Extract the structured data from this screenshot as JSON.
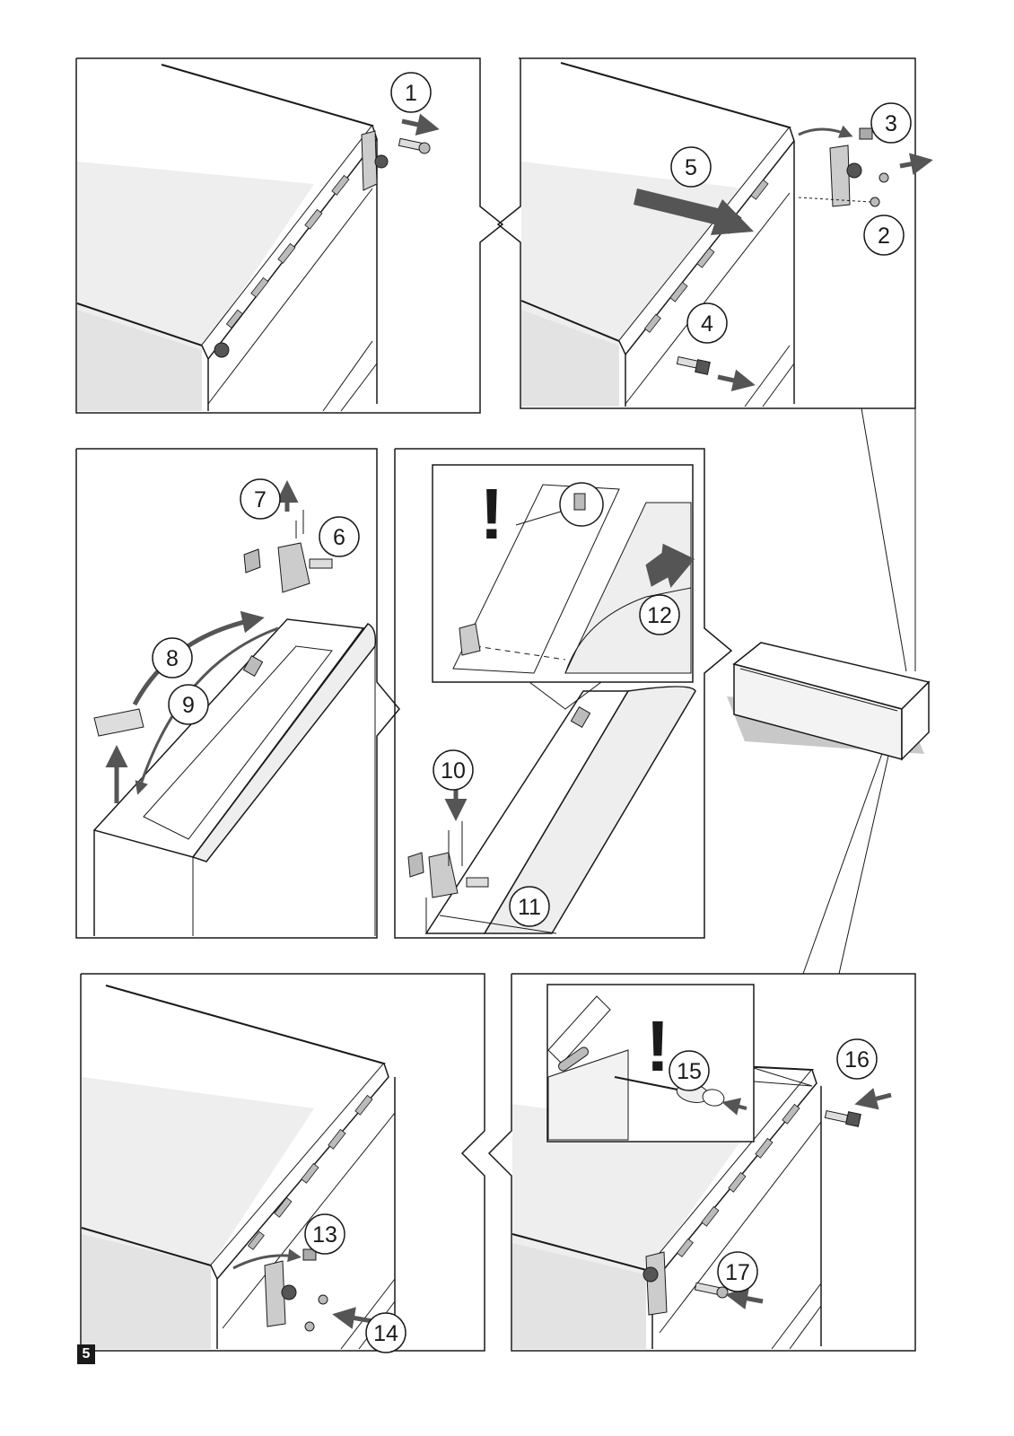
{
  "figure_number": "5",
  "steps": [
    {
      "label": "1"
    },
    {
      "label": "2"
    },
    {
      "label": "3"
    },
    {
      "label": "4"
    },
    {
      "label": "5"
    },
    {
      "label": "6"
    },
    {
      "label": "7"
    },
    {
      "label": "8"
    },
    {
      "label": "9"
    },
    {
      "label": "10"
    },
    {
      "label": "11"
    },
    {
      "label": "12"
    },
    {
      "label": "13"
    },
    {
      "label": "14"
    },
    {
      "label": "15"
    },
    {
      "label": "16"
    },
    {
      "label": "17"
    }
  ],
  "warning_mark": "!",
  "colors": {
    "line": "#1a1a1a",
    "shade": "#e6e6e6",
    "arrow": "#555555"
  }
}
